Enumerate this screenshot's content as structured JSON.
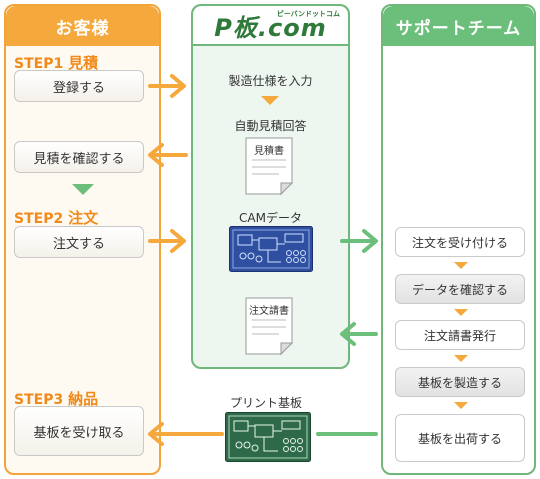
{
  "columns": {
    "customer": "お客様",
    "pban_logo": "P板.com",
    "pban_sub": "ピーバンドットコム",
    "support": "サポートチーム"
  },
  "customer": {
    "step1": {
      "num": "STEP1",
      "name": "見積"
    },
    "register": "登録する",
    "confirm_quote": "見積を確認する",
    "step2": {
      "num": "STEP2",
      "name": "注文"
    },
    "order": "注文する",
    "step3": {
      "num": "STEP3",
      "name": "納品"
    },
    "receive": "基板を受け取る"
  },
  "pban": {
    "input_spec": "製造仕様を入力",
    "auto_quote": "自動見積回答",
    "quote_doc": "見積書",
    "cam_data": "CAMデータ",
    "invoice_doc": "注文請書"
  },
  "support": {
    "accept": "注文を受け付ける",
    "check_data": "データを確認する",
    "issue_invoice": "注文請書発行",
    "manufacture": "基板を製造する",
    "ship": "基板を出荷する"
  },
  "bottom": {
    "printed_board": "プリント基板"
  },
  "colors": {
    "orange": "#f5a83b",
    "green": "#6cbf7a",
    "logo_green": "#2f7a3a",
    "board_blue": "#2f4fa0",
    "board_green": "#2e6a4a"
  }
}
